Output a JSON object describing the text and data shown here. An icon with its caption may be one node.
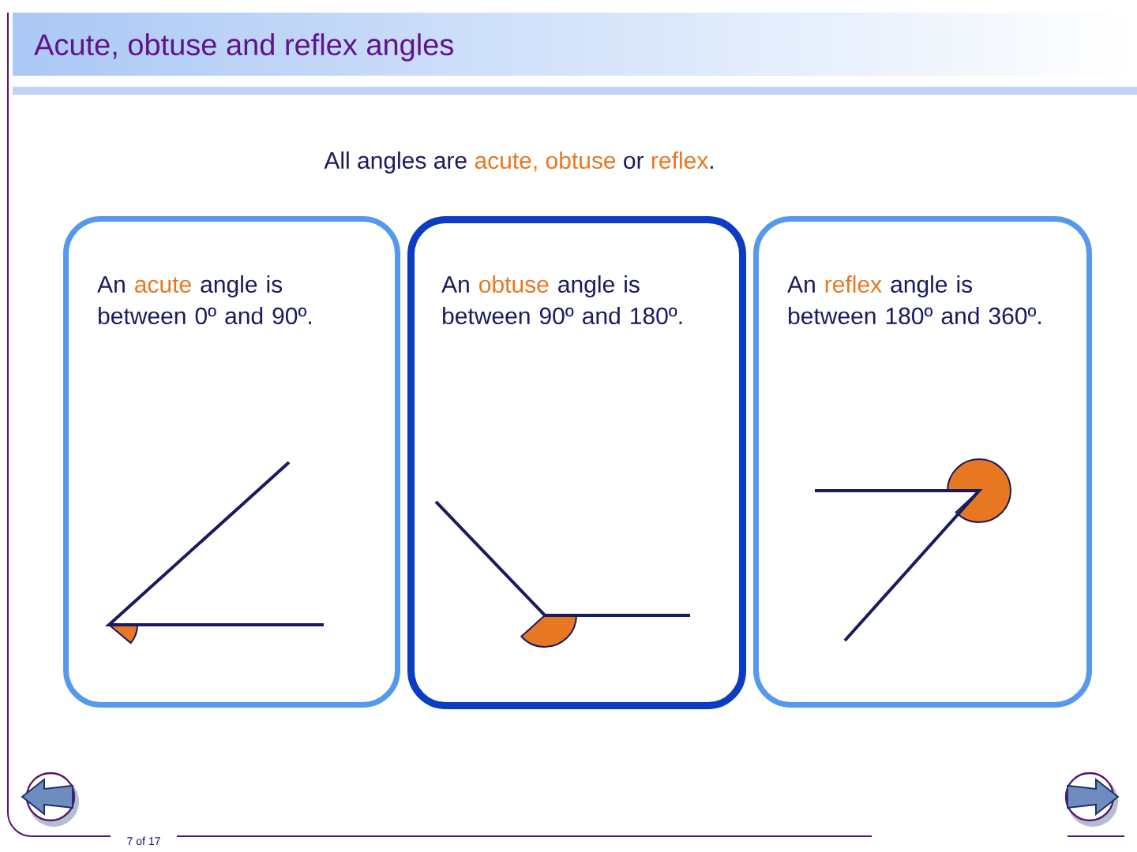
{
  "diagram": {
    "title": "Acute, obtuse and reflex angles",
    "nodes": [
      {
        "text": [
          "An **acute** angle is between 0º and 90º."
        ]
      },
      {
        "text": [
          "An **obtuse** angle is between 90º and 180º."
        ]
      },
      {
        "text": [
          "An **reflex** angle is between 180º and 360º."
        ]
      }
    ],
    "labels": [
      "All angles are **acute, obtuse** or **reflex**.",
      "7 of 17"
    ]
  }
}
